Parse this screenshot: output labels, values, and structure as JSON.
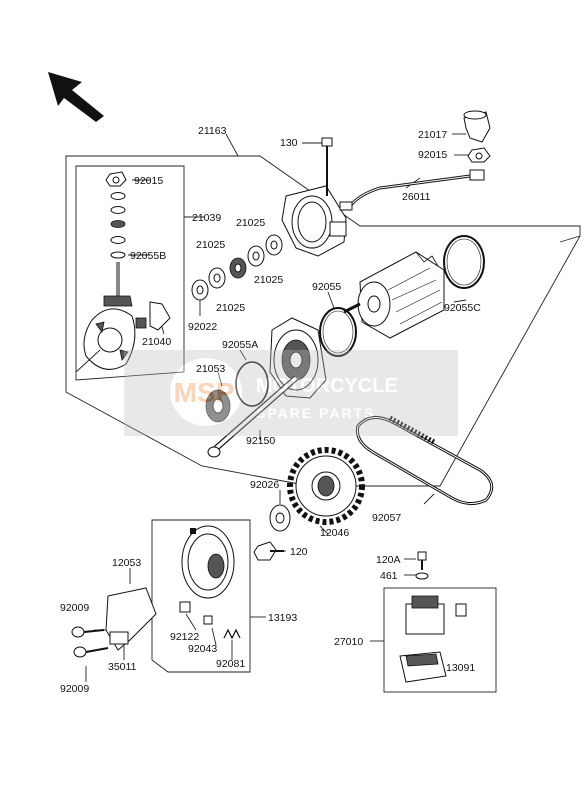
{
  "diagram": {
    "watermark": {
      "logo": "MSP",
      "line1": "MOTORCYCLE",
      "line2": "SPARE PARTS"
    },
    "part_labels": {
      "p21163": "21163",
      "p130": "130",
      "p21017": "21017",
      "p92015_top": "92015",
      "p26011": "26011",
      "p92015_left": "92015",
      "p21039": "21039",
      "p21025_a": "21025",
      "p21025_b": "21025",
      "p21025_c": "21025",
      "p21025_d": "21025",
      "p92055B": "92055B",
      "p92022": "92022",
      "p21040": "21040",
      "p92055": "92055",
      "p92055C": "92055C",
      "p92055A": "92055A",
      "p21053": "21053",
      "p92150": "92150",
      "p92026": "92026",
      "p92057": "92057",
      "p12046": "12046",
      "p120": "120",
      "p120A": "120A",
      "p461": "461",
      "p12053": "12053",
      "p13193": "13193",
      "p27010": "27010",
      "p13091": "13091",
      "p92009_a": "92009",
      "p92009_b": "92009",
      "p35011": "35011",
      "p92122": "92122",
      "p92043": "92043",
      "p92081": "92081"
    }
  }
}
